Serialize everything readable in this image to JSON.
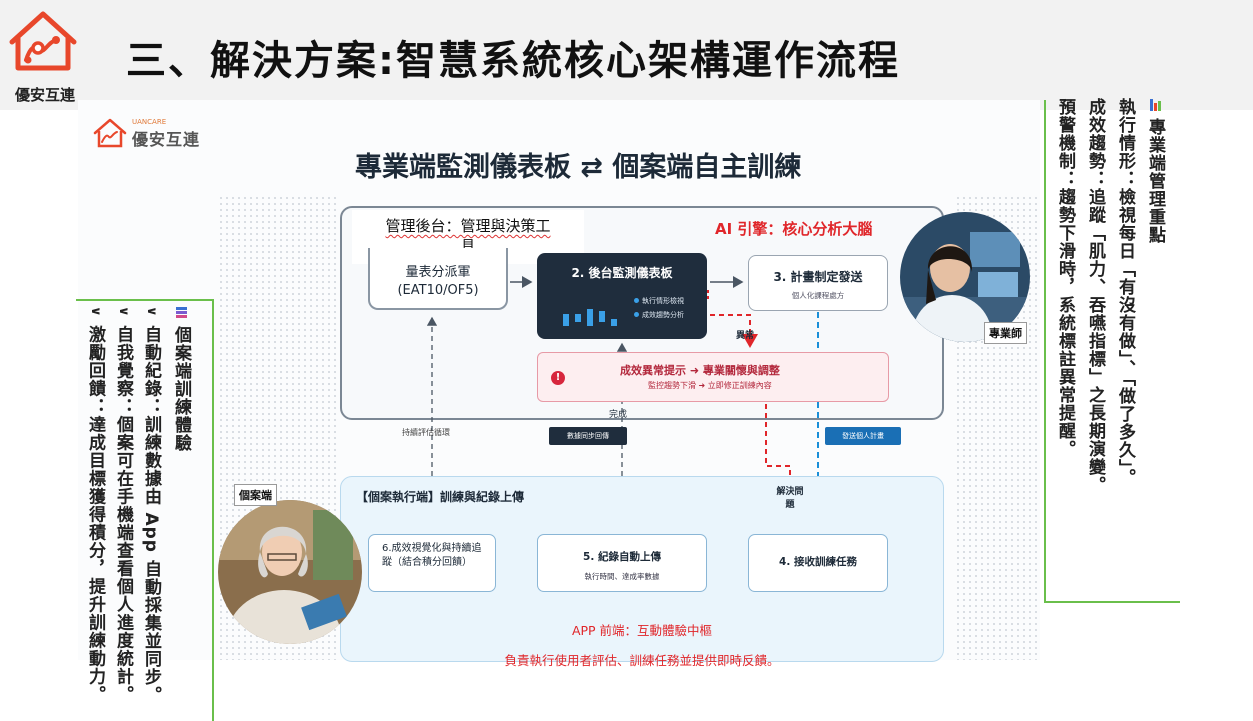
{
  "header": {
    "logo_text": "優安互連",
    "title": "三、解決方案:智慧系統核心架構運作流程"
  },
  "slide": {
    "brand_small": "UANCARE",
    "brand_name": "優安互連",
    "title": "專業端監測儀表板 ⇄ 個案端自主訓練",
    "panel_label_line1": "管理後台：管理與決策工",
    "panel_label_line2": "具",
    "ai_engine": "AI 引擎：核心分析大腦",
    "assess_line1": "量表分派軍",
    "assess_line2": "(EAT10/OF5)",
    "dashboard_title": "2. 後台監測儀表板",
    "dashboard_legend": [
      "執行情形檢視",
      "成效趨勢分析"
    ],
    "dashboard_bars": [
      0.55,
      0.35,
      0.75,
      0.5,
      0.3
    ],
    "plan_title": "3. 計畫制定發送",
    "plan_sub": "個人化課程處方",
    "abnormal_label": "異常",
    "alert_icon": "!",
    "alert_title": "成效異常提示 ➜ 專業關懷與調整",
    "alert_sub": "監控趨勢下滑 ➜ 立即修正訓練內容",
    "complete_label": "完成",
    "continuous_label": "持續評估循環",
    "sync_tag": "數據同步回傳",
    "send_tag": "發送個人計畫",
    "solve_label": "解決問題",
    "bottom_title": "【個案執行端】訓練與紀錄上傳",
    "step6": "6.成效視覺化與持續追蹤（結合積分回饋）",
    "step5_title": "5. 紀錄自動上傳",
    "step5_sub": "執行時間、達成率數據",
    "step4": "4. 接收訓練任務",
    "app_title": "APP 前端：互動體驗中樞",
    "app_desc": "負責執行使用者評估、訓練任務並提供即時反饋。",
    "pro_tag": "專業師",
    "client_tag": "個案端"
  },
  "left_notes": {
    "heading": "個案端訓練體驗",
    "items": [
      "自動紀錄：訓練數據由 App 自動採集並同步。",
      "自我覺察：個案可在手機端查看個人進度統計。",
      "激勵回饋：達成目標獲得積分，提升訓練動力。"
    ]
  },
  "right_notes": {
    "heading": "專業端管理重點",
    "items": [
      "執行情形：檢視每日「有沒有做」、「做了多久」。",
      "成效趨勢：追蹤「肌力、吞嚥指標」之長期演變。",
      "預警機制：趨勢下滑時，系統標註異常提醒。"
    ]
  },
  "colors": {
    "accent_red": "#e0262a",
    "brand_orange": "#e8472b",
    "dashboard_dark": "#1f2d3d",
    "note_border_green": "#6abf4b"
  }
}
